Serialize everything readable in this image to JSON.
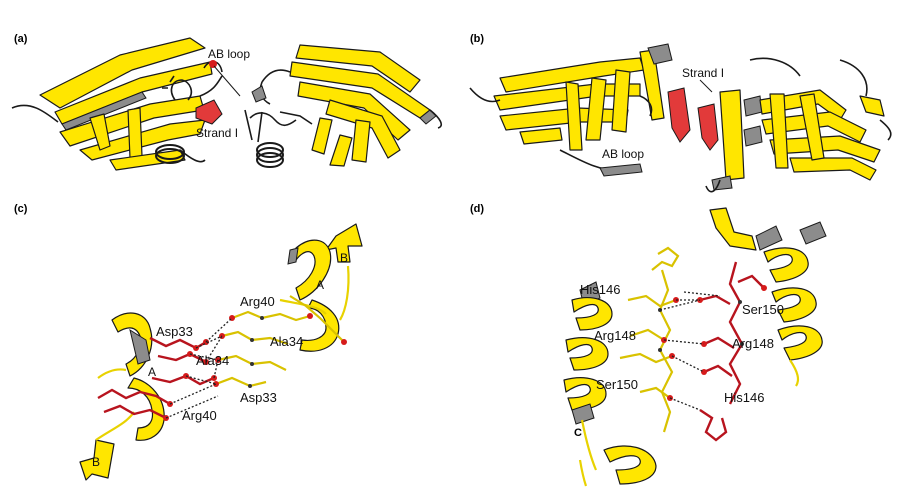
{
  "panels": {
    "a": {
      "label": "(a)",
      "annotations": [
        "AB loop",
        "Strand I"
      ]
    },
    "b": {
      "label": "(b)",
      "annotations": [
        "Strand I",
        "AB loop"
      ]
    },
    "c": {
      "label": "(c)",
      "annotations": [
        "Arg40",
        "Asp33",
        "Ala34",
        "Ala34",
        "Asp33",
        "Arg40"
      ],
      "chain_labels": [
        "A",
        "B",
        "A",
        "B"
      ]
    },
    "d": {
      "label": "(d)",
      "annotations": [
        "His146",
        "Ser150",
        "Arg148",
        "Arg148",
        "Ser150",
        "His146"
      ],
      "chain_labels": [
        "C"
      ]
    }
  },
  "colors": {
    "helix_strand": "#ffe600",
    "highlight_strand": "#e23a3a",
    "backside": "#8c8c8c",
    "side_chain_a": "#d9c200",
    "side_chain_b": "#b8141e"
  }
}
